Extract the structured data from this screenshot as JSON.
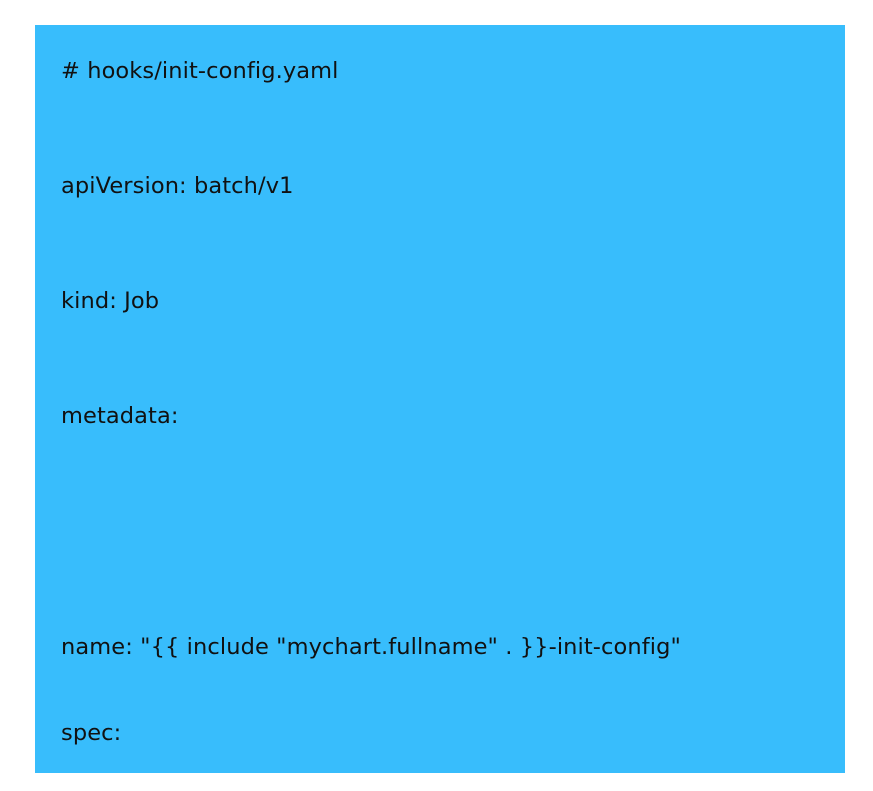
{
  "panel": {
    "background_color": "#38bdfc",
    "text_color": "#111111"
  },
  "code": {
    "language": "yaml",
    "filename_comment": "# hooks/init-config.yaml",
    "lines": [
      "# hooks/init-config.yaml",
      "apiVersion: batch/v1",
      "kind: Job",
      "metadata:",
      "",
      "name: \"{{ include \"mychart.fullname\" . }}-init-config\"",
      "spec:"
    ]
  }
}
